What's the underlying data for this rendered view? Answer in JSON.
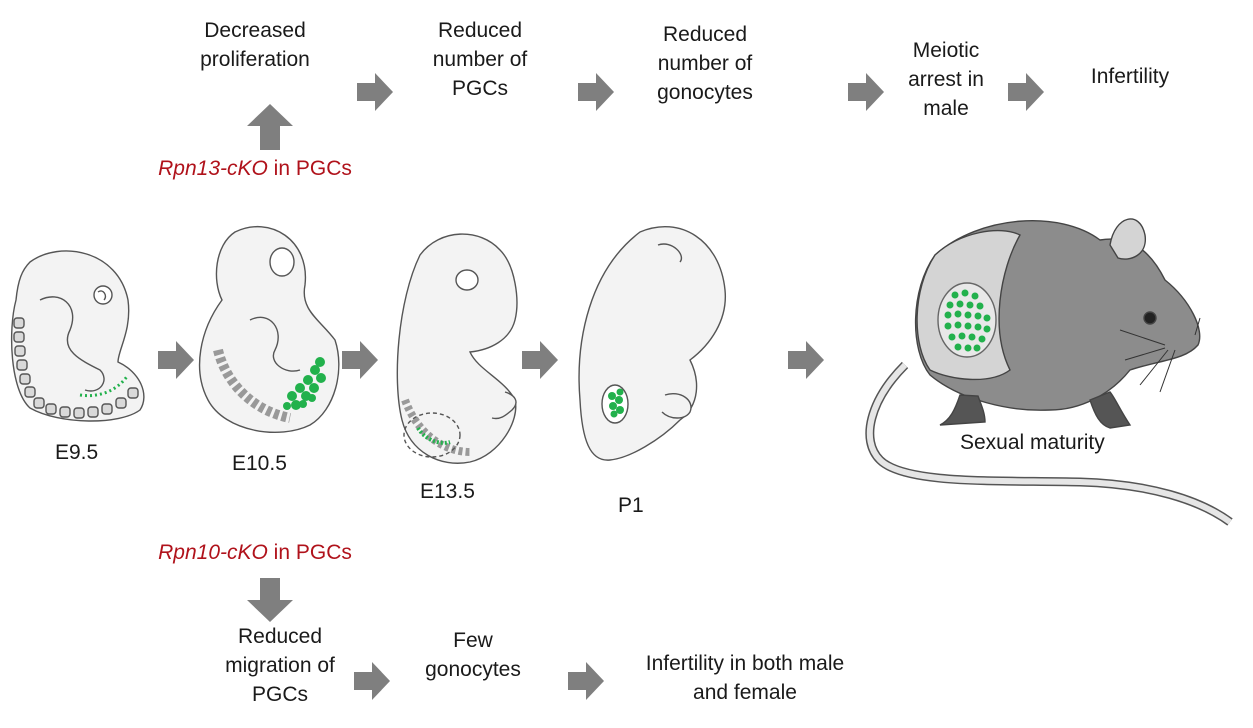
{
  "top_flow": {
    "step1": "Decreased\nproliferation",
    "step2": "Reduced\nnumber of\nPGCs",
    "step3": "Reduced\nnumber of\ngonocytes",
    "step4": "Meiotic\narrest in\nmale",
    "step5": "Infertility"
  },
  "rpn13": {
    "gene": "Rpn13-cKO",
    "suffix": " in PGCs"
  },
  "stages": {
    "e9_5": "E9.5",
    "e10_5": "E10.5",
    "e13_5": "E13.5",
    "p1": "P1",
    "adult": "Sexual maturity"
  },
  "rpn10": {
    "gene": "Rpn10-cKO",
    "suffix": " in PGCs"
  },
  "bottom_flow": {
    "step1": "Reduced\nmigration of\nPGCs",
    "step2": "Few\ngonocytes",
    "step3": "Infertility in both male\nand female"
  },
  "colors": {
    "arrow": "#7f7f7f",
    "gene_label": "#b0121b",
    "germ_cells": "#22b14c",
    "embryo_fill": "#f3f3f3",
    "mouse_body": "#8c8c8c"
  }
}
